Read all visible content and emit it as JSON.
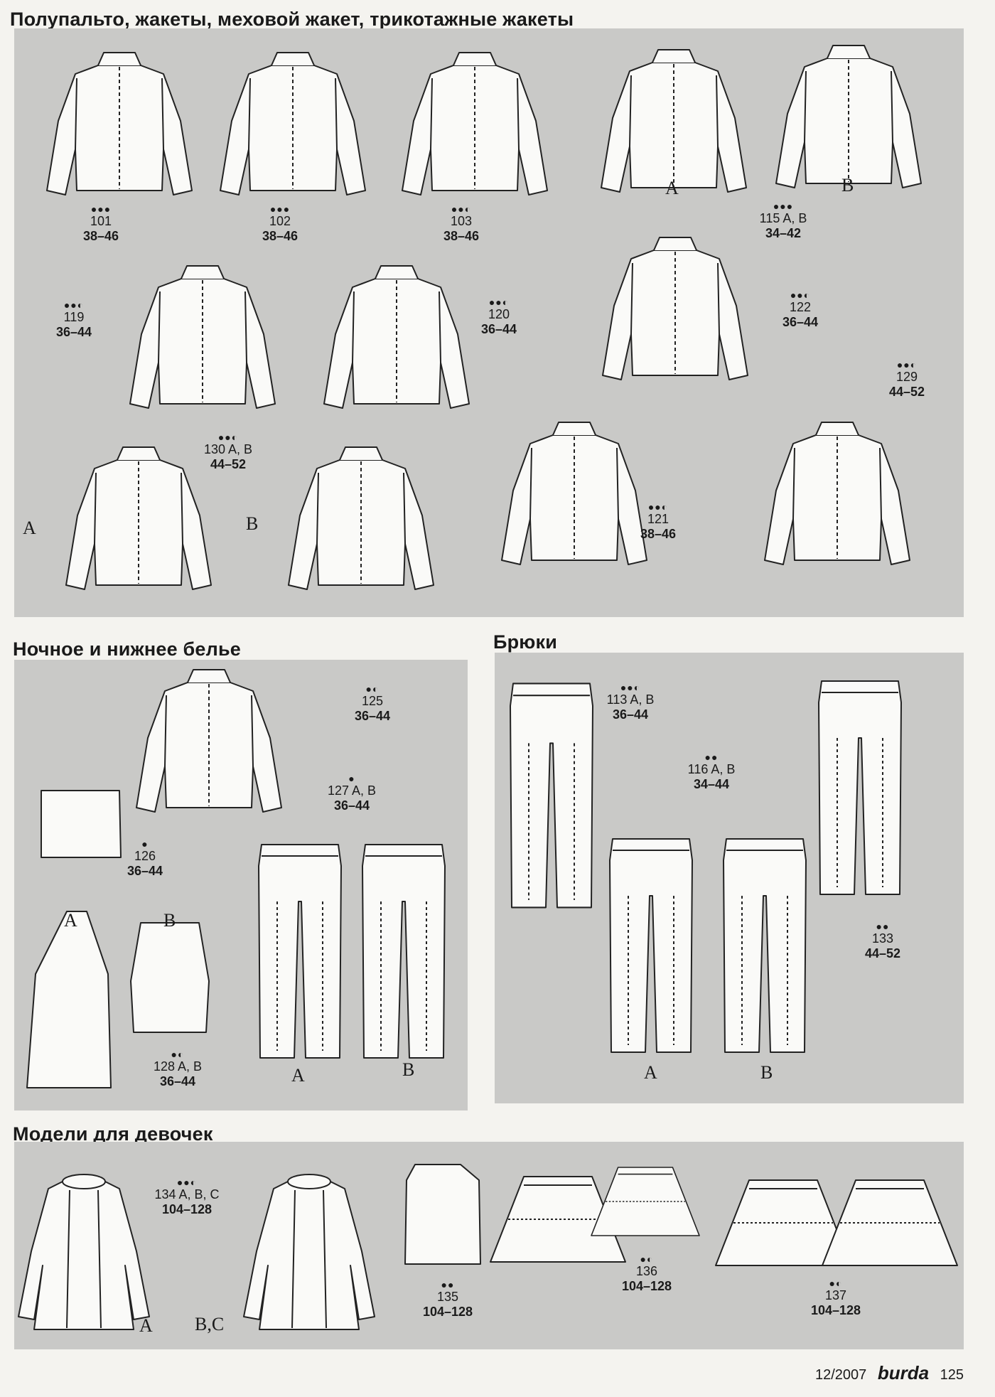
{
  "sections": {
    "jackets": "Полупальто, жакеты, меховой жакет, трикотажные жакеты",
    "lingerie": "Ночное и нижнее белье",
    "trousers": "Брюки",
    "girls": "Модели для девочек"
  },
  "models": [
    {
      "id": "m101",
      "dots": "●●●",
      "num": "101",
      "sizes": "38–46"
    },
    {
      "id": "m102",
      "dots": "●●●",
      "num": "102",
      "sizes": "38–46"
    },
    {
      "id": "m103",
      "dots": "●●◐",
      "num": "103",
      "sizes": "38–46"
    },
    {
      "id": "m115",
      "dots": "●●●",
      "num": "115 A, B",
      "sizes": "34–42"
    },
    {
      "id": "m119",
      "dots": "●●◐",
      "num": "119",
      "sizes": "36–44"
    },
    {
      "id": "m120",
      "dots": "●●◐",
      "num": "120",
      "sizes": "36–44"
    },
    {
      "id": "m122",
      "dots": "●●◐",
      "num": "122",
      "sizes": "36–44"
    },
    {
      "id": "m129",
      "dots": "●●◐",
      "num": "129",
      "sizes": "44–52"
    },
    {
      "id": "m130",
      "dots": "●●◐",
      "num": "130 A, B",
      "sizes": "44–52"
    },
    {
      "id": "m121",
      "dots": "●●◐",
      "num": "121",
      "sizes": "38–46"
    },
    {
      "id": "m125",
      "dots": "●◐",
      "num": "125",
      "sizes": "36–44"
    },
    {
      "id": "m127",
      "dots": "●",
      "num": "127 A, B",
      "sizes": "36–44"
    },
    {
      "id": "m126",
      "dots": "●",
      "num": "126",
      "sizes": "36–44"
    },
    {
      "id": "m128",
      "dots": "●◐",
      "num": "128 A, B",
      "sizes": "36–44"
    },
    {
      "id": "m113",
      "dots": "●●◐",
      "num": "113 A, B",
      "sizes": "36–44"
    },
    {
      "id": "m116",
      "dots": "●●",
      "num": "116 A, B",
      "sizes": "34–44"
    },
    {
      "id": "m133",
      "dots": "●●",
      "num": "133",
      "sizes": "44–52"
    },
    {
      "id": "m134",
      "dots": "●●◐",
      "num": "134 A, B, C",
      "sizes": "104–128"
    },
    {
      "id": "m135",
      "dots": "●●",
      "num": "135",
      "sizes": "104–128"
    },
    {
      "id": "m136",
      "dots": "●◐",
      "num": "136",
      "sizes": "104–128"
    },
    {
      "id": "m137",
      "dots": "●◐",
      "num": "137",
      "sizes": "104–128"
    }
  ],
  "variants": {
    "a": "A",
    "b": "B",
    "bc": "B,C"
  },
  "footer": {
    "issue": "12/2007",
    "brand": "burda",
    "page": "125"
  }
}
